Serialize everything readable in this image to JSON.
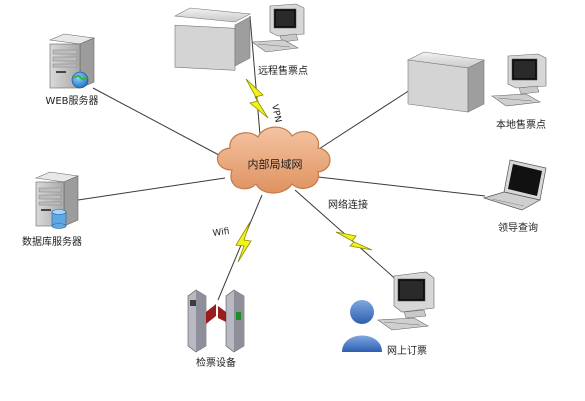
{
  "center": {
    "label": "内部局域网"
  },
  "nodes": {
    "web_server": "WEB服务器",
    "db_server": "数据库服务器",
    "remote_office": "远程售票点",
    "local_office": "本地售票点",
    "leader": "领导查询",
    "online": "网上订票",
    "gate": "检票设备"
  },
  "links": {
    "vpn": "VPN",
    "wifi": "Wifi",
    "net": "网络连接"
  },
  "colors": {
    "cloud": "#e9a77b",
    "cloud_border": "#c07a4c",
    "lightning": "#f3f31a",
    "lightning_border": "#8c8c00",
    "line": "#3a3a3a"
  }
}
